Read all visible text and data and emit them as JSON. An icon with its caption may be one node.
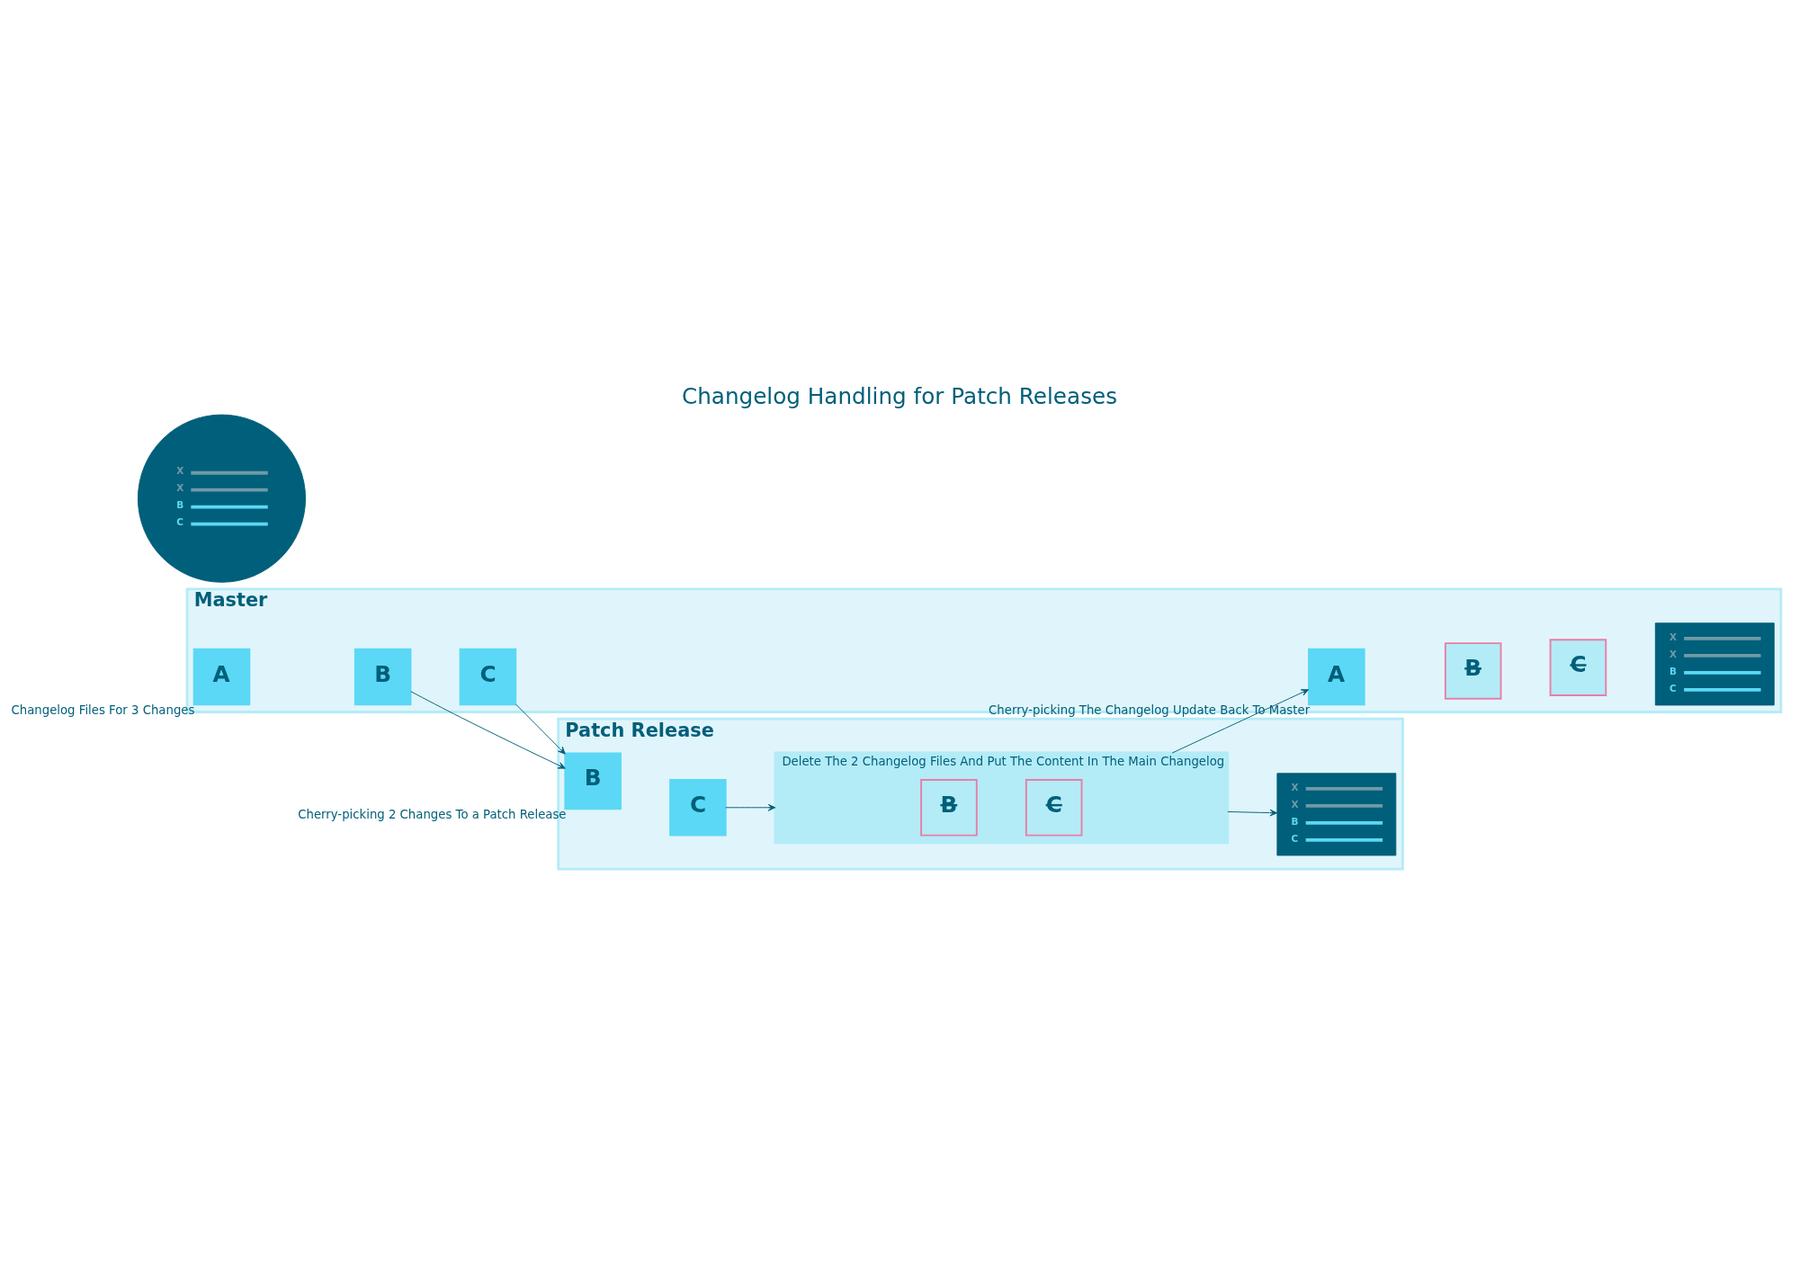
{
  "diagram": {
    "title": "Changelog Handling for Patch Releases",
    "nodes": [
      {
        "text": [
          "X",
          "X",
          "B",
          "C"
        ]
      },
      {
        "text": [
          "Patch Release"
        ]
      },
      {
        "text": [
          "B"
        ],
        "in": 1,
        "beside": [
          "Cherry-picking 2 Changes To a Patch Release"
        ]
      },
      {
        "text": [
          "C"
        ],
        "in": 1
      },
      {
        "text": [],
        "shape": "box",
        "in": 1,
        "beside": [
          "Delete The 2 Changelog Files And Put The Content In The Main Changelog"
        ]
      },
      {
        "text": [
          "B"
        ],
        "in": 4
      },
      {
        "text": [
          "C"
        ],
        "in": 4
      },
      {
        "text": [
          "X",
          "X",
          "B",
          "C"
        ],
        "in": 1
      },
      {
        "text": [
          "Master"
        ]
      },
      {
        "text": [
          "A"
        ],
        "in": 8,
        "beside": [
          "Changelog Files For 3 Changes"
        ]
      },
      {
        "text": [
          "B"
        ],
        "in": 8
      },
      {
        "text": [
          "C"
        ],
        "in": 8
      },
      {
        "text": [
          "A"
        ],
        "in": 8,
        "beside": [
          "Cherry-picking The Changelog Update Back To Master"
        ]
      },
      {
        "text": [
          "B"
        ],
        "in": 8
      },
      {
        "text": [
          "C"
        ],
        "in": 8
      },
      {
        "text": [
          "X",
          "X",
          "B",
          "C"
        ],
        "in": 8
      }
    ],
    "edges": [
      {
        "from": 10,
        "to": 2,
        "arrow": "to"
      },
      {
        "from": 11,
        "to": 2,
        "arrow": "to"
      },
      {
        "from": 3,
        "to": 4,
        "arrow": "to"
      },
      {
        "from": 4,
        "to": 7,
        "arrow": "to"
      },
      {
        "from": 4,
        "to": 12,
        "arrow": "to"
      }
    ]
  }
}
